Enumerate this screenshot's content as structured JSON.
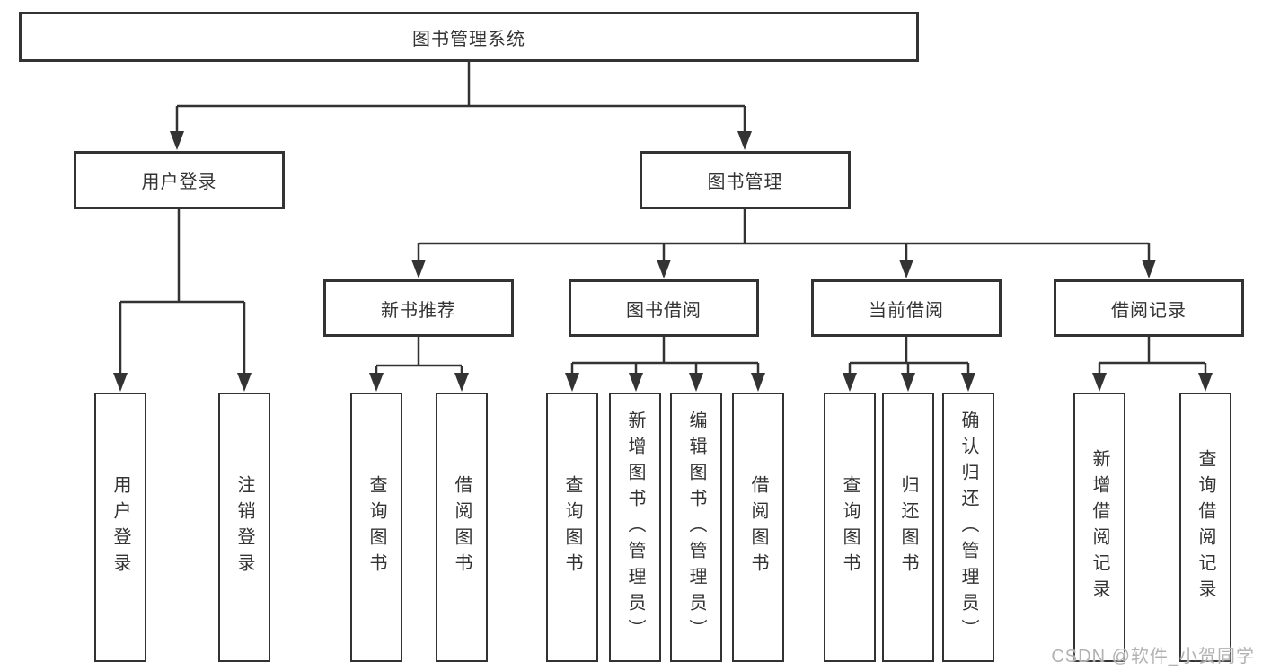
{
  "diagram": {
    "title": "图书管理系统",
    "branches": {
      "user_login": {
        "label": "用户登录",
        "children": [
          "用户登录",
          "注销登录"
        ]
      },
      "book_management": {
        "label": "图书管理",
        "sections": {
          "new_book_recommend": {
            "label": "新书推荐",
            "children": [
              "查询图书",
              "借阅图书"
            ]
          },
          "book_borrow": {
            "label": "图书借阅",
            "children": [
              "查询图书",
              "新增图书（管理员）",
              "编辑图书（管理员）",
              "借阅图书"
            ]
          },
          "current_borrow": {
            "label": "当前借阅",
            "children": [
              "查询图书",
              "归还图书",
              "确认归还（管理员）"
            ]
          },
          "borrow_records": {
            "label": "借阅记录",
            "children": [
              "新增借阅记录",
              "查询借阅记录"
            ]
          }
        }
      }
    },
    "line_color": "#333333"
  },
  "watermark": "CSDN @软件_小贺同学"
}
